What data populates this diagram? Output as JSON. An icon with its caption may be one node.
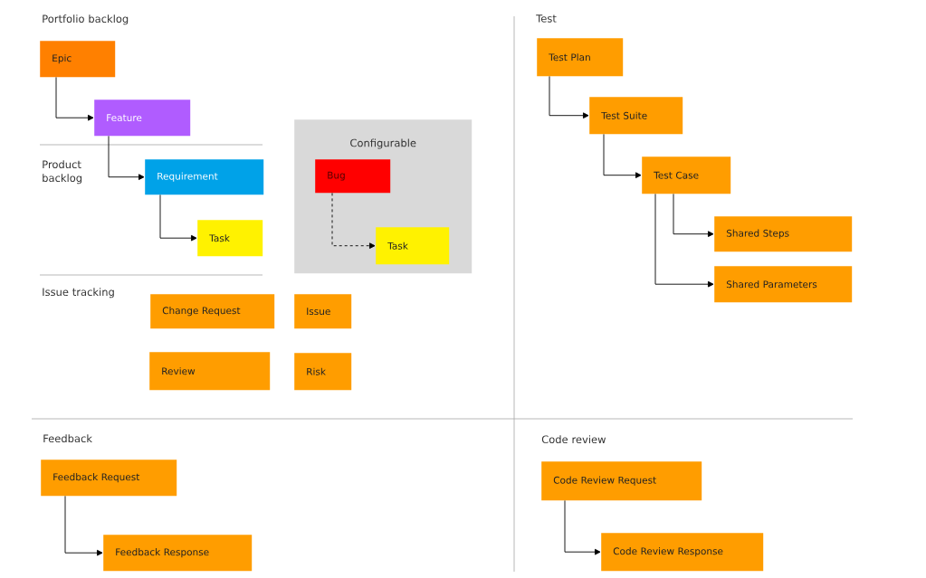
{
  "diagram": {
    "nodes": [
      {
        "text": [
          "Epic"
        ]
      },
      {
        "text": [
          "Feature"
        ]
      },
      {
        "text": [
          "Requirement"
        ]
      },
      {
        "text": [
          "Task"
        ]
      },
      {
        "text": [
          "Configurable"
        ]
      },
      {
        "text": [
          "Bug"
        ],
        "in": 4
      },
      {
        "text": [
          "Task"
        ],
        "in": 4
      },
      {
        "text": [
          "Change Request"
        ]
      },
      {
        "text": [
          "Issue"
        ]
      },
      {
        "text": [
          "Review"
        ]
      },
      {
        "text": [
          "Risk"
        ]
      },
      {
        "text": [
          "Test Plan"
        ]
      },
      {
        "text": [
          "Test Suite"
        ]
      },
      {
        "text": [
          "Test Case"
        ]
      },
      {
        "text": [
          "Shared Steps"
        ]
      },
      {
        "text": [
          "Shared Parameters"
        ]
      },
      {
        "text": [
          "Feedback Request"
        ]
      },
      {
        "text": [
          "Feedback Response"
        ]
      },
      {
        "text": [
          "Code Review Request"
        ]
      },
      {
        "text": [
          "Code Review Response"
        ]
      }
    ],
    "edges": [
      {
        "from": 0,
        "to": 1,
        "arrow": "to"
      },
      {
        "from": 1,
        "to": 2,
        "arrow": "to"
      },
      {
        "from": 2,
        "to": 3,
        "arrow": "to"
      },
      {
        "from": 5,
        "to": 6,
        "arrow": "to",
        "style": "dashed"
      },
      {
        "from": 11,
        "to": 12,
        "arrow": "to"
      },
      {
        "from": 12,
        "to": 13,
        "arrow": "to"
      },
      {
        "from": 13,
        "to": 14,
        "arrow": "to"
      },
      {
        "from": 13,
        "to": 15,
        "arrow": "to"
      },
      {
        "from": 16,
        "to": 17,
        "arrow": "to"
      },
      {
        "from": 18,
        "to": 19,
        "arrow": "to"
      }
    ],
    "labels": [
      "Portfolio backlog",
      "Product backlog",
      "Issue tracking",
      "Test",
      "Feedback",
      "Code review"
    ]
  }
}
